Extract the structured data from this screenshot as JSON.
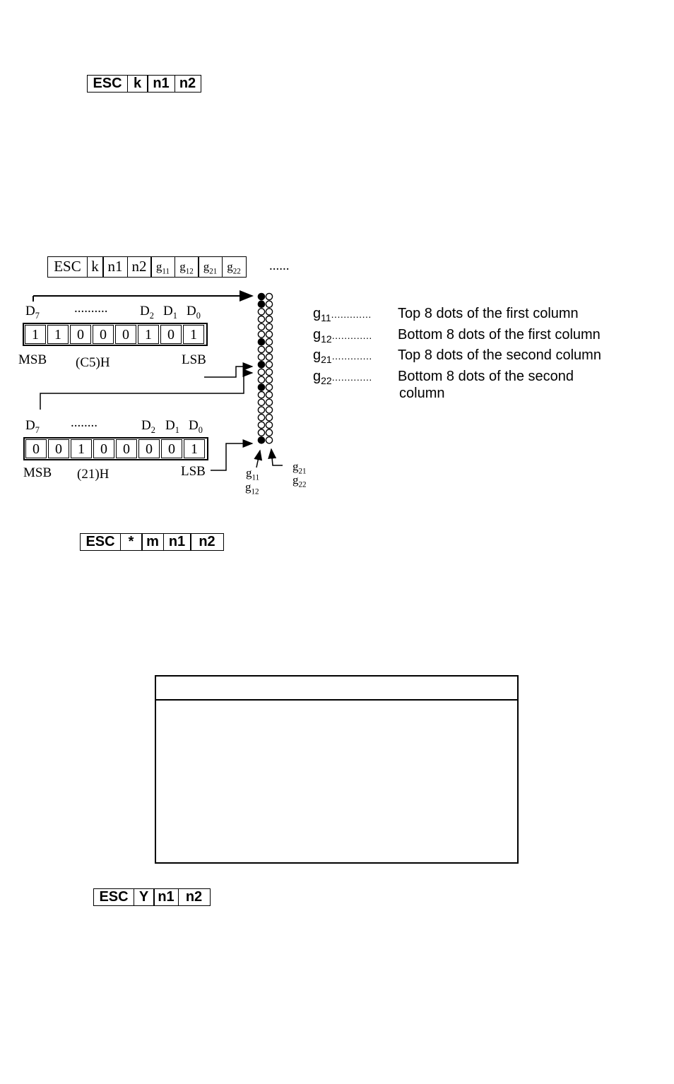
{
  "cmd1": [
    "ESC",
    "k",
    "n1",
    "n2"
  ],
  "strip": {
    "cells": [
      "ESC",
      "k",
      "n1",
      "n2",
      "g11",
      "g12",
      "g21",
      "g22"
    ],
    "ellipsis": "......"
  },
  "byte1": {
    "d7": "D7",
    "dots": "..........",
    "d2": "D2",
    "d1": "D1",
    "d0": "D0",
    "bits": [
      "1",
      "1",
      "0",
      "0",
      "0",
      "1",
      "0",
      "1"
    ],
    "msb": "MSB",
    "hex": "(C5)H",
    "lsb": "LSB"
  },
  "byte2": {
    "d7": "D7",
    "dots": "........",
    "d2": "D2",
    "d1": "D1",
    "d0": "D0",
    "bits": [
      "0",
      "0",
      "1",
      "0",
      "0",
      "0",
      "0",
      "1"
    ],
    "msb": "MSB",
    "hex": "(21)H",
    "lsb": "LSB"
  },
  "dot_labels": {
    "g11": "g11",
    "g12": "g12",
    "g21": "g21",
    "g22": "g22"
  },
  "legend": [
    {
      "key": "g11",
      "dots": ".............",
      "text": "Top 8 dots of the first column"
    },
    {
      "key": "g12",
      "dots": ".............",
      "text": "Bottom 8 dots of the first column"
    },
    {
      "key": "g21",
      "dots": ".............",
      "text": "Top 8 dots of the second column"
    },
    {
      "key": "g22",
      "dots": ".............",
      "text": "Bottom 8 dots of the second"
    }
  ],
  "legend_cont": "column",
  "cmd2": [
    "ESC",
    "*",
    "m",
    "n1",
    "n2"
  ],
  "cmd3": [
    "ESC",
    "Y",
    "n1",
    "n2"
  ],
  "dot_column_left": [
    1,
    1,
    0,
    0,
    0,
    0,
    1,
    0,
    0,
    1,
    0,
    0,
    1,
    0,
    0,
    0,
    0,
    0,
    0,
    1
  ],
  "dot_column_right": [
    0,
    0,
    0,
    0,
    0,
    0,
    0,
    0,
    0,
    0,
    0,
    0,
    0,
    0,
    0,
    0,
    0,
    0,
    0,
    0
  ]
}
